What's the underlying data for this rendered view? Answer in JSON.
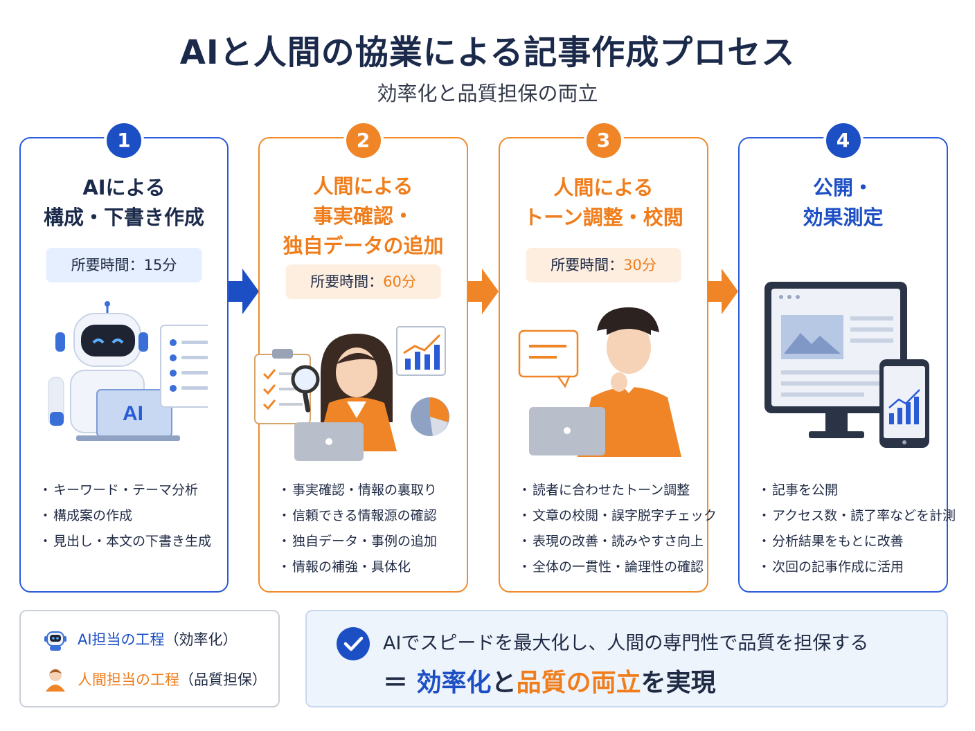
{
  "header": {
    "title": "AIと人間の協業による記事作成プロセス",
    "subtitle": "効率化と品質担保の両立"
  },
  "colors": {
    "blue": "#1d4fc4",
    "orange": "#ef7d1c",
    "navy": "#1b2a4a"
  },
  "steps": [
    {
      "number": "1",
      "title_lines": [
        "AIによる",
        "構成・下書き作成"
      ],
      "time_label": "所要時間：",
      "time_value": "15分",
      "illustration": "robot-with-laptop-icon",
      "laptop_label": "AI",
      "bullets": [
        "キーワード・テーマ分析",
        "構成案の作成",
        "見出し・本文の下書き生成"
      ]
    },
    {
      "number": "2",
      "title_lines": [
        "人間による",
        "事実確認・",
        "独自データの追加"
      ],
      "time_label": "所要時間：",
      "time_value": "60分",
      "illustration": "woman-with-magnifier-icon",
      "bullets": [
        "事実確認・情報の裏取り",
        "信頼できる情報源の確認",
        "独自データ・事例の追加",
        "情報の補強・具体化"
      ]
    },
    {
      "number": "3",
      "title_lines": [
        "人間による",
        "トーン調整・校閲"
      ],
      "time_label": "所要時間：",
      "time_value": "30分",
      "illustration": "man-thinking-icon",
      "bullets": [
        "読者に合わせたトーン調整",
        "文章の校閲・誤字脱字チェック",
        "表現の改善・読みやすさ向上",
        "全体の一貫性・論理性の確認"
      ]
    },
    {
      "number": "4",
      "title_lines": [
        "公開・",
        "効果測定"
      ],
      "illustration": "monitor-and-phone-icon",
      "bullets": [
        "記事を公開",
        "アクセス数・読了率などを計測",
        "分析結果をもとに改善",
        "次回の記事作成に活用"
      ]
    }
  ],
  "legend": {
    "ai_label": "AI担当の工程",
    "ai_note": "（効率化）",
    "human_label": "人間担当の工程",
    "human_note": "（品質担保）"
  },
  "summary": {
    "line1": "AIでスピードを最大化し、人間の専門性で品質を担保する",
    "eq": "＝ ",
    "part1": "効率化",
    "part2": "と",
    "part3": "品質の両立",
    "part4": "を実現"
  }
}
